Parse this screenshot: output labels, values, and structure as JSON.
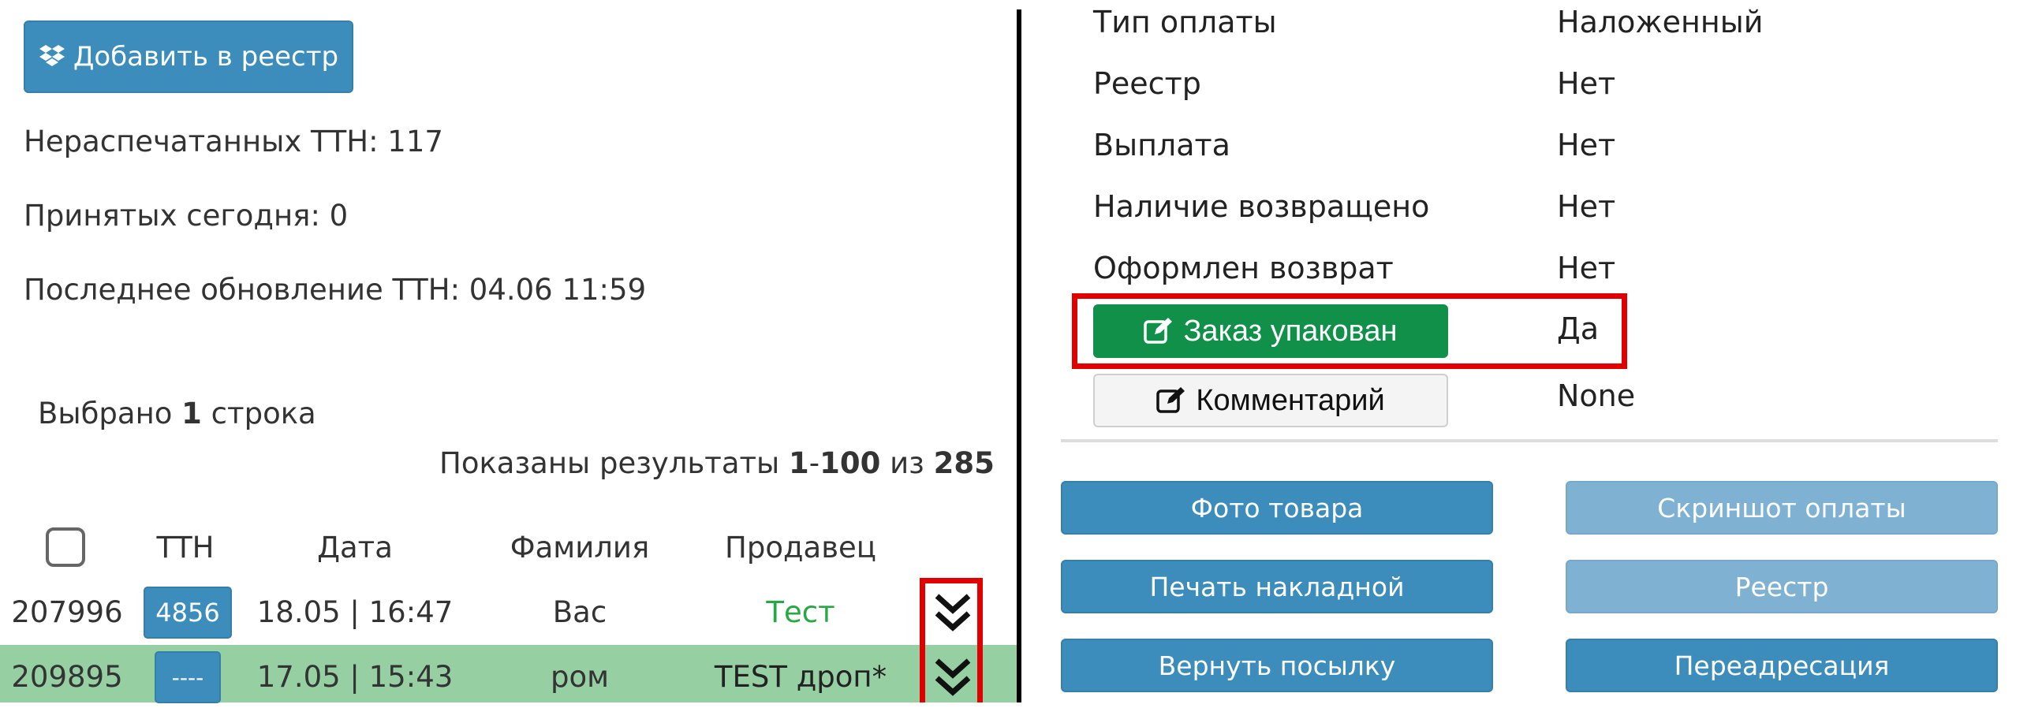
{
  "left": {
    "add_button": {
      "label": "Добавить в реестр",
      "icon": "dropbox-icon"
    },
    "stats": {
      "unprinted": "Нераспечатанных ТТН: 117",
      "accepted_today": "Принятых сегодня: 0",
      "last_update": "Последнее обновление ТТН: 04.06 11:59"
    },
    "selection": {
      "prefix": "Выбрано ",
      "count": "1",
      "suffix": " строка"
    },
    "results": {
      "prefix": "Показаны результаты ",
      "range_start": "1",
      "dash": "-",
      "range_end": "100",
      "middle": " из ",
      "total": "285"
    },
    "table": {
      "headers": {
        "ttn": "ТТН",
        "date": "Дата",
        "surname": "Фамилия",
        "seller": "Продавец"
      },
      "rows": [
        {
          "id": "207996",
          "ttn": "4856",
          "date": "18.05 | 16:47",
          "surname": "Вас",
          "seller": "Тест",
          "seller_color": "#28a745",
          "highlight": false
        },
        {
          "id": "209895",
          "ttn": "----",
          "date": "17.05 | 15:43",
          "surname": "ром",
          "seller": "TEST дроп*",
          "seller_color": "#222222",
          "highlight": true,
          "highlight_color": "#95cfa2"
        }
      ]
    }
  },
  "right": {
    "details": [
      {
        "key": "Тип оплаты",
        "value": "Наложенный"
      },
      {
        "key": "Реестр",
        "value": "Нет"
      },
      {
        "key": "Выплата",
        "value": "Нет"
      },
      {
        "key": "Наличие возвращено",
        "value": "Нет"
      },
      {
        "key": "Оформлен возврат",
        "value": "Нет"
      }
    ],
    "packed": {
      "label": "Заказ упакован",
      "value": "Да",
      "icon": "edit-icon",
      "color": "#109048"
    },
    "comment": {
      "label": "Комментарий",
      "value": "None",
      "icon": "edit-icon"
    },
    "actions": {
      "photo": "Фото товара",
      "screenshot": "Скриншот оплаты",
      "print": "Печать накладной",
      "registry": "Реестр",
      "return": "Вернуть посылку",
      "redirect": "Переадресация"
    }
  },
  "colors": {
    "primary": "#3c8dbc",
    "primary_disabled": "#7fb1d2",
    "success": "#109048",
    "highlight_row": "#95cfa2",
    "annotation_red": "#e00000"
  }
}
